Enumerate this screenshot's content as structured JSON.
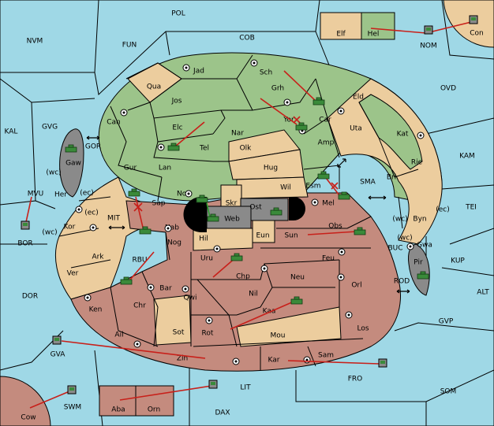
{
  "colors": {
    "sea": "#9fd8e6",
    "green": "#9cc48a",
    "tan": "#eccd9e",
    "red": "#c48b7e",
    "gray": "#8a8a8a",
    "black": "#000000",
    "arrow": "#c8201a",
    "unit": "#3a8a3a"
  },
  "seas": [
    {
      "label": "POL"
    },
    {
      "label": "NVM"
    },
    {
      "label": "FUN"
    },
    {
      "label": "COB"
    },
    {
      "label": "NOM"
    },
    {
      "label": "OVD"
    },
    {
      "label": "KAL"
    },
    {
      "label": "GVG"
    },
    {
      "label": "GOR"
    },
    {
      "label": "KAM"
    },
    {
      "label": "SMA"
    },
    {
      "label": "TEI"
    },
    {
      "label": "MVU"
    },
    {
      "label": "MIT"
    },
    {
      "label": "BOR"
    },
    {
      "label": "RBU"
    },
    {
      "label": "BUC"
    },
    {
      "label": "KUP"
    },
    {
      "label": "DOR"
    },
    {
      "label": "ROD"
    },
    {
      "label": "ALT"
    },
    {
      "label": "GVP"
    },
    {
      "label": "GVA"
    },
    {
      "label": "FRO"
    },
    {
      "label": "SOM"
    },
    {
      "label": "LIT"
    },
    {
      "label": "SWM"
    },
    {
      "label": "DAX"
    }
  ],
  "territories": [
    {
      "label": "Elf"
    },
    {
      "label": "Hel"
    },
    {
      "label": "Con"
    },
    {
      "label": "Jad"
    },
    {
      "label": "Sch"
    },
    {
      "label": "Qua"
    },
    {
      "label": "Jos"
    },
    {
      "label": "Grh"
    },
    {
      "label": "Eld"
    },
    {
      "label": "Can"
    },
    {
      "label": "Car"
    },
    {
      "label": "Yor"
    },
    {
      "label": "Elc"
    },
    {
      "label": "Nar"
    },
    {
      "label": "Uta"
    },
    {
      "label": "Kat"
    },
    {
      "label": "Tel"
    },
    {
      "label": "Amp"
    },
    {
      "label": "Olk"
    },
    {
      "label": "Gaw"
    },
    {
      "label": "Gur"
    },
    {
      "label": "Lan"
    },
    {
      "label": "Hug"
    },
    {
      "label": "Rie"
    },
    {
      "label": "Bri"
    },
    {
      "label": "Esm"
    },
    {
      "label": "Wil"
    },
    {
      "label": "Her"
    },
    {
      "label": "Nor"
    },
    {
      "label": "Skr"
    },
    {
      "label": "Mel"
    },
    {
      "label": "Sap"
    },
    {
      "label": "Ost"
    },
    {
      "label": "Web"
    },
    {
      "label": "Byn"
    },
    {
      "label": "Kor"
    },
    {
      "label": "Nab"
    },
    {
      "label": "Obs"
    },
    {
      "label": "Hil"
    },
    {
      "label": "Eun"
    },
    {
      "label": "Sun"
    },
    {
      "label": "Gwa"
    },
    {
      "label": "Nog"
    },
    {
      "label": "Ark"
    },
    {
      "label": "Uru"
    },
    {
      "label": "Feu"
    },
    {
      "label": "Pir"
    },
    {
      "label": "Ver"
    },
    {
      "label": "Chp"
    },
    {
      "label": "Neu"
    },
    {
      "label": "Bar"
    },
    {
      "label": "Orl"
    },
    {
      "label": "Qwi"
    },
    {
      "label": "Nil"
    },
    {
      "label": "Ken"
    },
    {
      "label": "Chr"
    },
    {
      "label": "Kaa"
    },
    {
      "label": "Ail"
    },
    {
      "label": "Sot"
    },
    {
      "label": "Rot"
    },
    {
      "label": "Los"
    },
    {
      "label": "Mou"
    },
    {
      "label": "Zin"
    },
    {
      "label": "Sam"
    },
    {
      "label": "Kar"
    },
    {
      "label": "Cow"
    },
    {
      "label": "Aba"
    },
    {
      "label": "Orn"
    }
  ],
  "coast_tags": [
    {
      "label": "(wc)"
    },
    {
      "label": "(ec)"
    },
    {
      "label": "(ec)"
    },
    {
      "label": "(wc)"
    },
    {
      "label": "(wc)"
    },
    {
      "label": "(ec)"
    },
    {
      "label": "(wc)"
    }
  ]
}
